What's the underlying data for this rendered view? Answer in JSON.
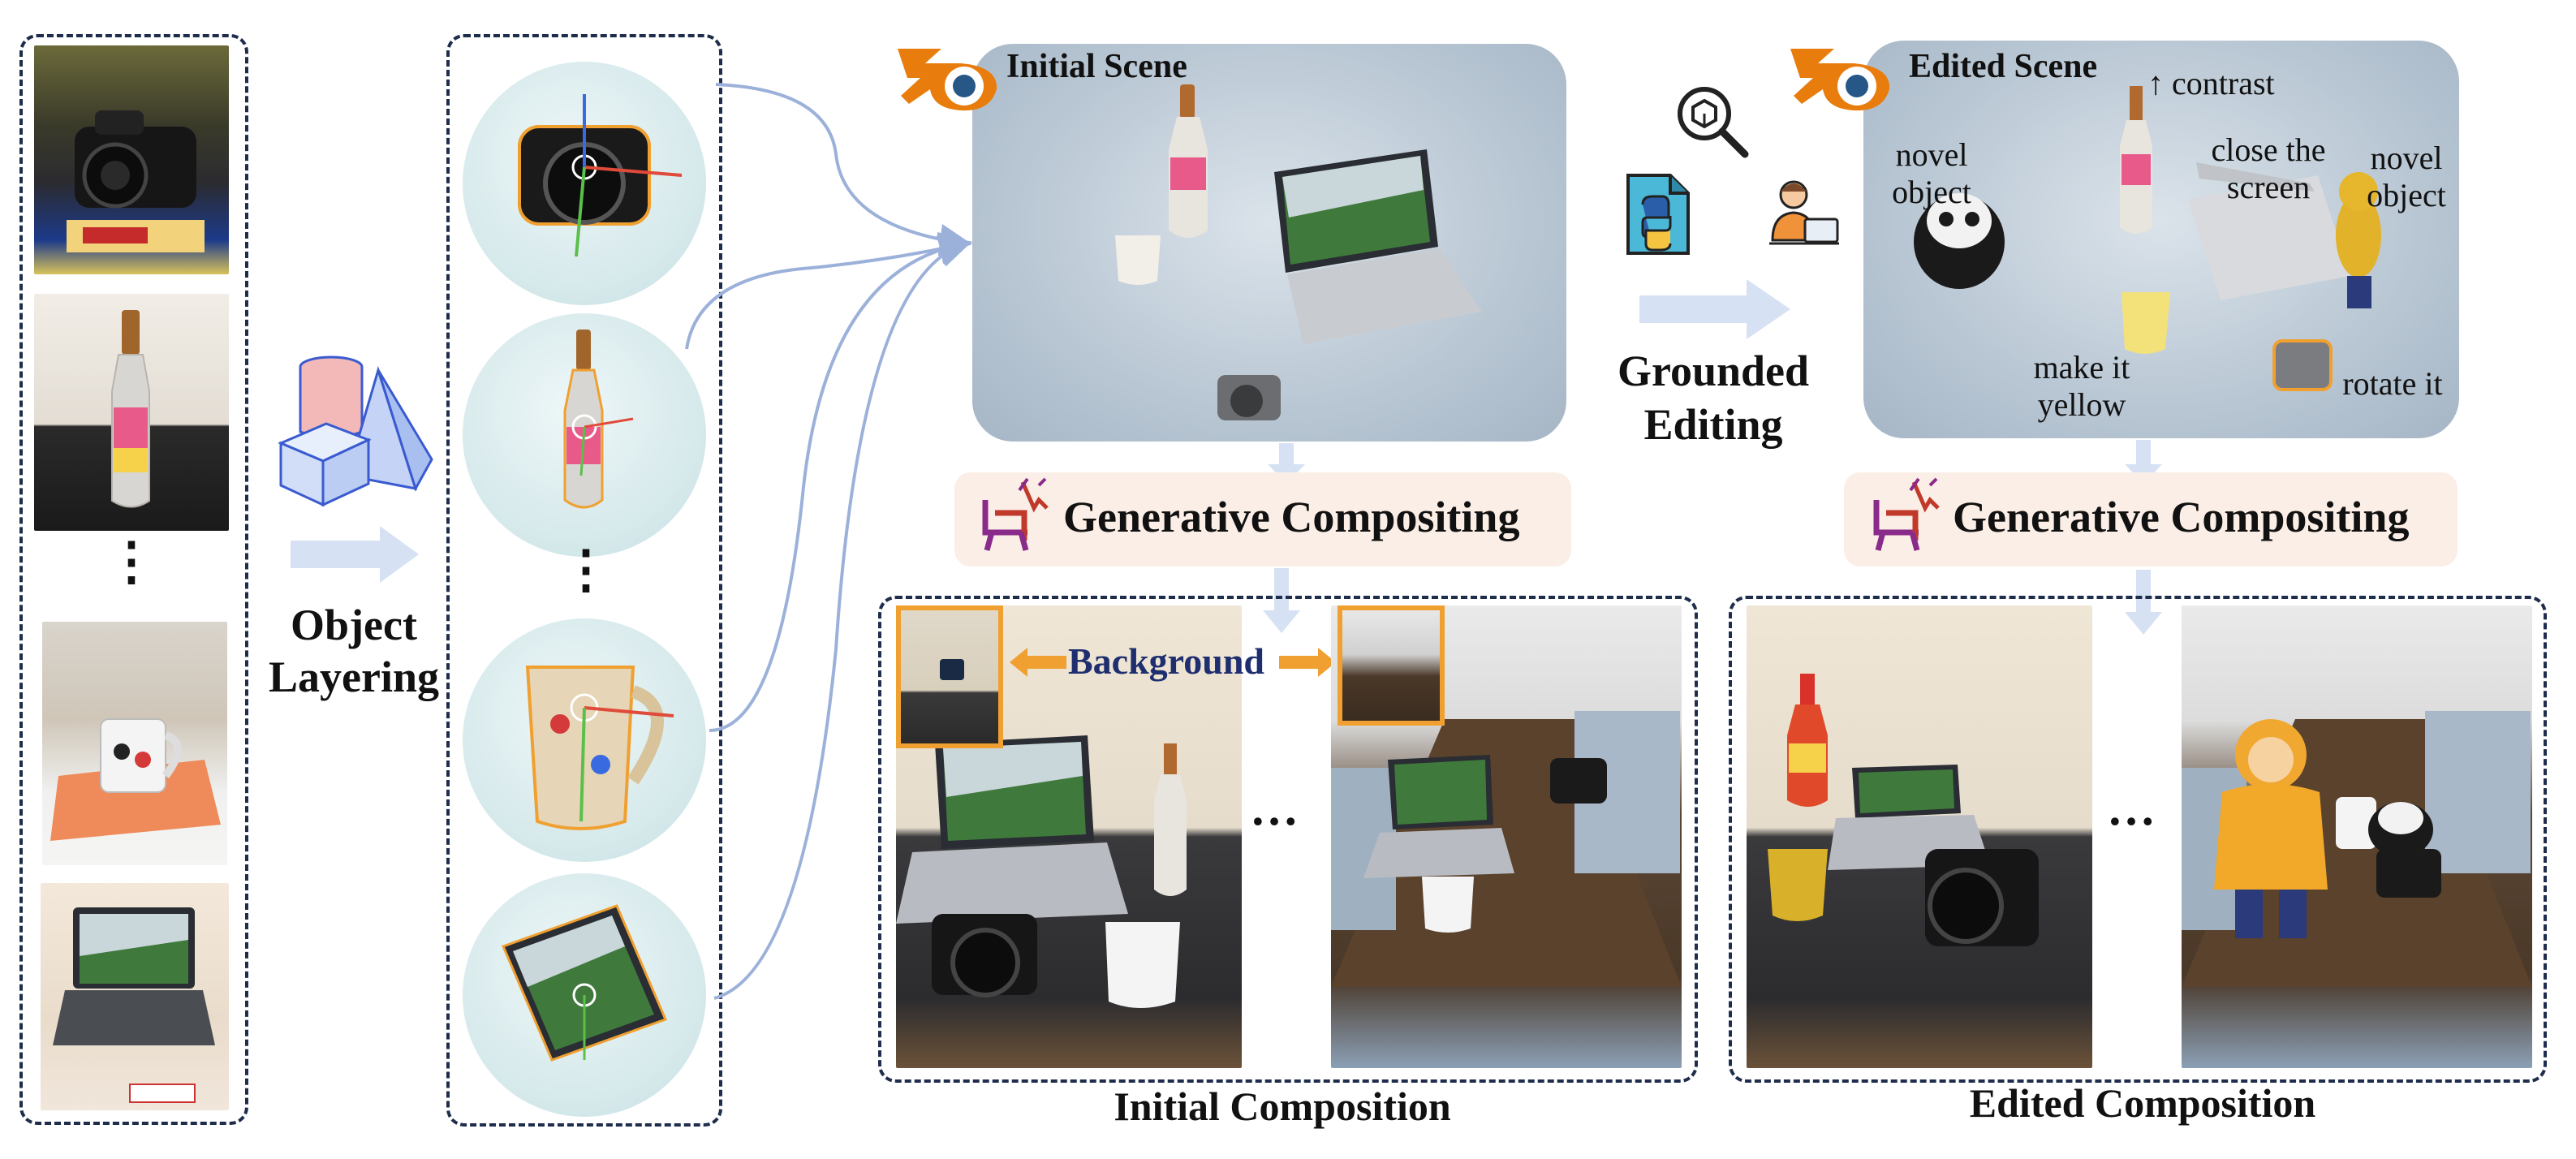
{
  "labels": {
    "object_layering": [
      "Object",
      "Layering"
    ],
    "initial_scene": "Initial Scene",
    "edited_scene": "Edited Scene",
    "grounded_editing": [
      "Grounded",
      "Editing"
    ],
    "generative_compositing": "Generative Compositing",
    "background": "Background",
    "initial_composition": "Initial Composition",
    "edited_composition": "Edited Composition"
  },
  "edit_annotations": {
    "contrast": "↑ contrast",
    "novel_object_left": [
      "novel",
      "object"
    ],
    "close_screen": [
      "close the",
      "screen"
    ],
    "novel_object_right": [
      "novel",
      "object"
    ],
    "make_yellow": [
      "make it",
      "yellow"
    ],
    "rotate": "rotate it"
  },
  "ellipsis": "…",
  "vertical_dots": "⋮",
  "colors": {
    "dashed_border": "#1f2d4d",
    "arrow_blue": "#9cb1da",
    "flow_arrow": "#d6e2f4",
    "compositing_bg": "#fbeee6",
    "background_text": "#1e2e6e",
    "orange": "#f0a030",
    "blender_orange": "#e87d0d",
    "blender_blue": "#265787"
  },
  "icons": [
    "blender-logo-icon",
    "3d-shapes-icon",
    "python-file-icon",
    "search-3d-icon",
    "developer-person-icon",
    "compositing-chair-icon"
  ]
}
